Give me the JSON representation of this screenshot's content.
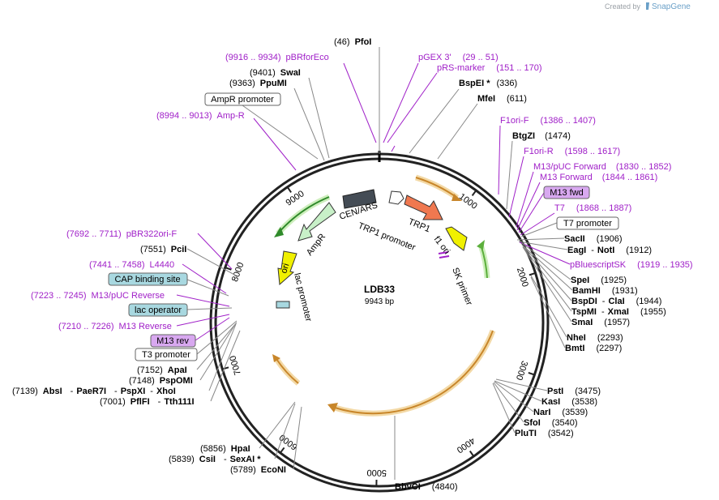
{
  "credit": {
    "prefix": "Created by",
    "brand": "SnapGene"
  },
  "plasmid": {
    "name": "LDB33",
    "size_label": "9943 bp"
  },
  "ring_ticks": [
    "1000",
    "2000",
    "3000",
    "4000",
    "5000",
    "6000",
    "7000",
    "8000",
    "9000"
  ],
  "inner_features": {
    "cen_ars": "CEN/ARS",
    "trp1": "TRP1",
    "trp1_promoter": "TRP1 promoter",
    "f1_ori": "f1 ori",
    "ampr": "AmpR",
    "ori": "ori",
    "lac_promoter": "lac promoter",
    "sk_primer": "SK primer"
  },
  "enzymes": {
    "pfoi": {
      "pos": "(46)",
      "name": "PfoI"
    },
    "swai": {
      "pos": "(9401)",
      "name": "SwaI"
    },
    "ppumi": {
      "pos": "(9363)",
      "name": "PpuMI"
    },
    "bspei": {
      "name": "BspEI *",
      "pos": "(336)"
    },
    "mfei": {
      "name": "MfeI",
      "pos": "(611)"
    },
    "btgzi": {
      "name": "BtgZI",
      "pos": "(1474)"
    },
    "sacii": {
      "name": "SacII",
      "pos": "(1906)"
    },
    "eagi": {
      "name": "EagI",
      "sep": "-",
      "name2": "NotI",
      "pos": "(1912)"
    },
    "spei": {
      "name": "SpeI",
      "pos": "(1925)"
    },
    "bamhi": {
      "name": "BamHI",
      "pos": "(1931)"
    },
    "bspdi": {
      "name": "BspDI",
      "sep": "-",
      "name2": "ClaI",
      "pos": "(1944)"
    },
    "tspmi": {
      "name": "TspMI",
      "sep": "-",
      "name2": "XmaI",
      "pos": "(1955)"
    },
    "smai": {
      "name": "SmaI",
      "pos": "(1957)"
    },
    "nhei": {
      "name": "NheI",
      "pos": "(2293)"
    },
    "bmti": {
      "name": "BmtI",
      "pos": "(2297)"
    },
    "psti": {
      "name": "PstI",
      "pos": "(3475)"
    },
    "kasi": {
      "name": "KasI",
      "pos": "(3538)"
    },
    "nari": {
      "name": "NarI",
      "pos": "(3539)"
    },
    "sfoi": {
      "name": "SfoI",
      "pos": "(3540)"
    },
    "plutI": {
      "name": "PluTI",
      "pos": "(3542)"
    },
    "bbvci": {
      "name": "BbvCI",
      "pos": "(4840)"
    },
    "hpai": {
      "pos": "(5856)",
      "name": "HpaI"
    },
    "csii": {
      "pos": "(5839)",
      "name": "CsiI",
      "sep": "-",
      "name2": "SexAI *"
    },
    "econi": {
      "pos": "(5789)",
      "name": "EcoNI"
    },
    "pcii": {
      "pos": "(7551)",
      "name": "PciI"
    },
    "apai": {
      "pos": "(7152)",
      "name": "ApaI"
    },
    "pspomi": {
      "pos": "(7148)",
      "name": "PspOMI"
    },
    "absi": {
      "pos": "(7139)",
      "name": "AbsI",
      "sep": "-",
      "name2": "PaeR7I",
      "sep2": "-",
      "name3": "PspXI",
      "sep3": "-",
      "name4": "XhoI"
    },
    "pflfi": {
      "pos": "(7001)",
      "name": "PflFI",
      "sep": "-",
      "name2": "Tth111I"
    }
  },
  "features": {
    "pbrforeco": {
      "range": "(9916 .. 9934)",
      "name": "pBRforEco"
    },
    "pgex3": {
      "name": "pGEX 3'",
      "range": "(29 .. 51)"
    },
    "prsmarker": {
      "name": "pRS-marker",
      "range": "(151 .. 170)"
    },
    "ampr": {
      "range": "(8994 .. 9013)",
      "name": "Amp-R"
    },
    "f1orif": {
      "name": "F1ori-F",
      "range": "(1386 .. 1407)"
    },
    "f1orir": {
      "name": "F1ori-R",
      "range": "(1598 .. 1617)"
    },
    "m13puc_fwd": {
      "name": "M13/pUC Forward",
      "range": "(1830 .. 1852)"
    },
    "m13_forward": {
      "name": "M13 Forward",
      "range": "(1844 .. 1861)"
    },
    "t7": {
      "name": "T7",
      "range": "(1868 .. 1887)"
    },
    "pbluescriptsk": {
      "name": "pBluescriptSK",
      "range": "(1919 .. 1935)"
    },
    "pbr322ori": {
      "range": "(7692 .. 7711)",
      "name": "pBR322ori-F"
    },
    "l4440": {
      "range": "(7441 .. 7458)",
      "name": "L4440"
    },
    "m13puc_rev": {
      "range": "(7223 .. 7245)",
      "name": "M13/pUC Reverse"
    },
    "m13_reverse": {
      "range": "(7210 .. 7226)",
      "name": "M13 Reverse"
    }
  },
  "boxes": {
    "ampr_promoter": "AmpR promoter",
    "m13_fwd": "M13 fwd",
    "t7_promoter": "T7 promoter",
    "cap_site": "CAP binding site",
    "lac_operator": "lac operator",
    "m13_rev": "M13 rev",
    "t3_promoter": "T3 promoter"
  },
  "colors": {
    "backbone": "#222222",
    "feature_purple": "#a020c8",
    "orf_orange": "#e8a030",
    "green": "#60c040",
    "cen_dark": "#444c55",
    "trp1_salmon": "#f07850",
    "f1_yellow": "#f0f000",
    "ampr_green": "#c8f0c8",
    "box_purple": "#d8a8f0",
    "box_blue": "#a8d8e0"
  }
}
